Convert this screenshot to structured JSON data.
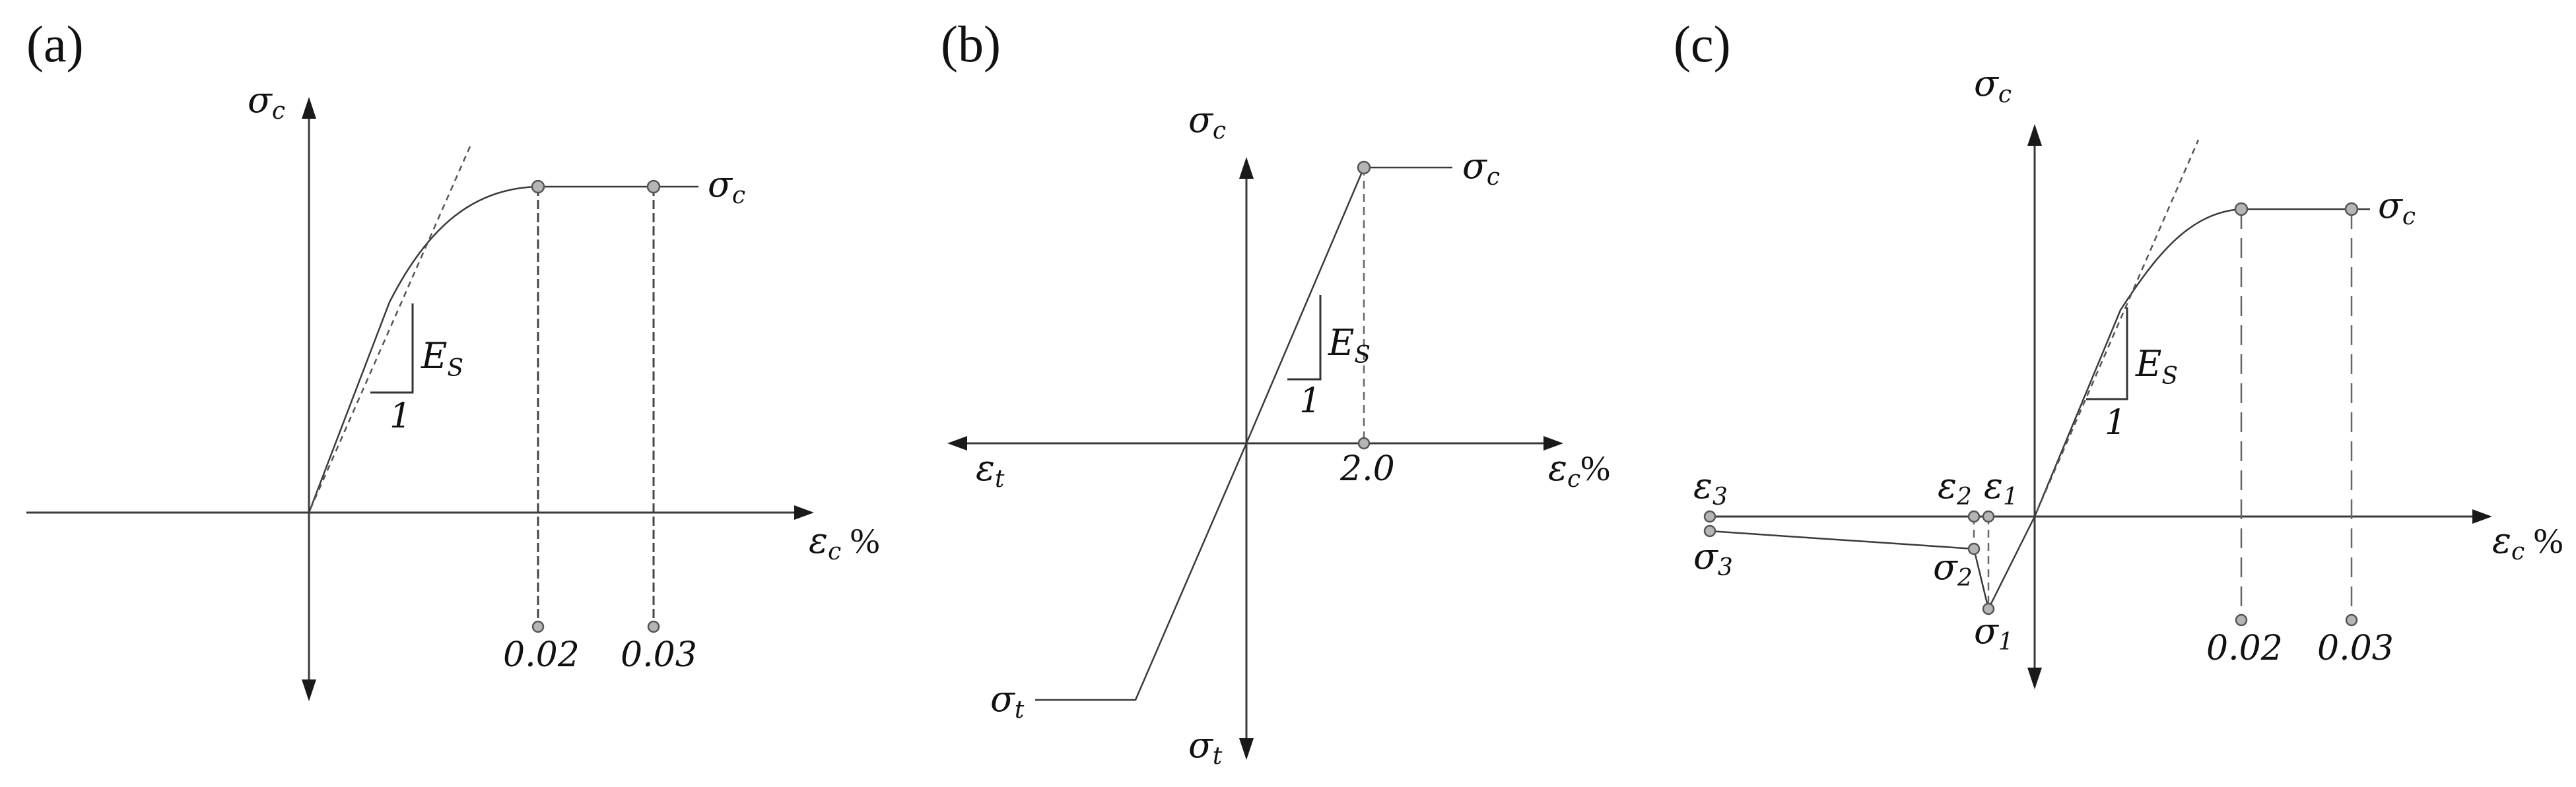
{
  "panels": {
    "a": {
      "label": "(a)",
      "y_axis_label": "σ",
      "y_axis_sub": "c",
      "x_axis_label": "ε",
      "x_axis_sub": "c",
      "x_axis_unit": " %",
      "plateau_label": "σ",
      "plateau_sub": "c",
      "modulus_label": "E",
      "modulus_sub": "S",
      "slope_run_label": "1",
      "tick_1": "0.02",
      "tick_2": "0.03"
    },
    "b": {
      "label": "(b)",
      "y_axis_top_label": "σ",
      "y_axis_top_sub": "c",
      "y_axis_bottom_label": "σ",
      "y_axis_bottom_sub": "t",
      "x_axis_left_label": "ε",
      "x_axis_left_sub": "t",
      "x_axis_right_label": "ε",
      "x_axis_right_sub": "c",
      "x_axis_right_unit": "%",
      "plateau_label": "σ",
      "plateau_sub": "c",
      "tension_label": "σ",
      "tension_sub": "t",
      "modulus_label": "E",
      "modulus_sub": "S",
      "slope_run_label": "1",
      "tick_1": "2.0"
    },
    "c": {
      "label": "(c)",
      "y_axis_label": "σ",
      "y_axis_sub": "c",
      "x_axis_label": "ε",
      "x_axis_sub": "c",
      "x_axis_unit": " %",
      "plateau_label": "σ",
      "plateau_sub": "c",
      "modulus_label": "E",
      "modulus_sub": "S",
      "slope_run_label": "1",
      "eps_3": "ε",
      "eps_3_sub": "3",
      "eps_2": "ε",
      "eps_2_sub": "2",
      "eps_1": "ε",
      "eps_1_sub": "1",
      "sig_3": "σ",
      "sig_3_sub": "3",
      "sig_2": "σ",
      "sig_2_sub": "2",
      "sig_1": "σ",
      "sig_1_sub": "1",
      "tick_1": "0.02",
      "tick_2": "0.03"
    }
  },
  "colors": {
    "line": "#3a3a3a",
    "point_fill": "#b5b5b5"
  }
}
